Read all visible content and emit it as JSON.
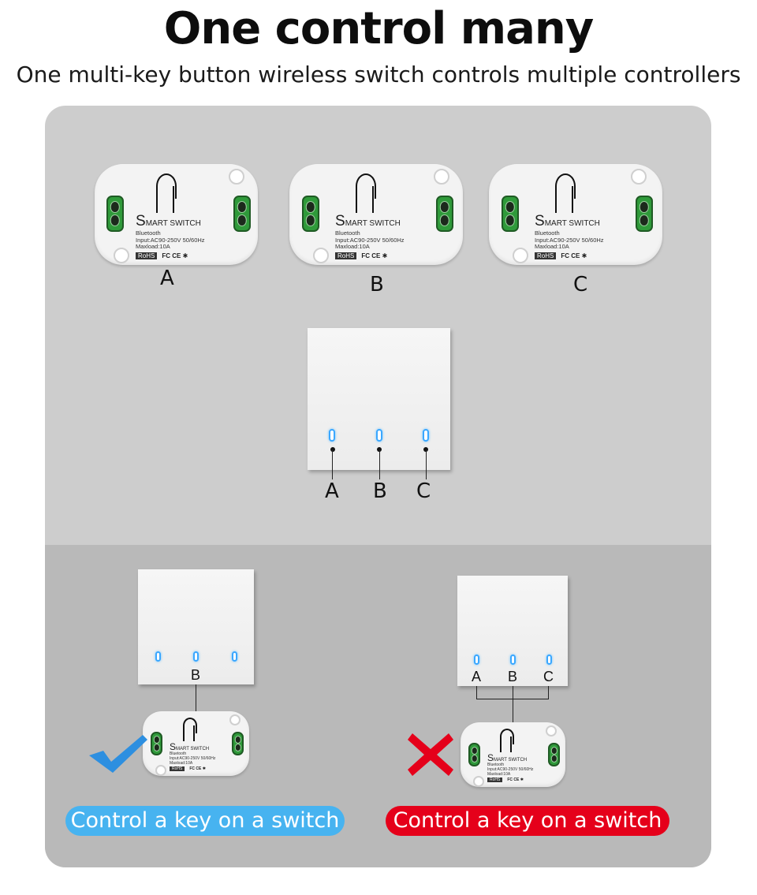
{
  "header": {
    "title": "One control many",
    "subtitle": "One multi-key button wireless switch controls multiple controllers"
  },
  "module": {
    "brand_initial": "S",
    "brand_name": "MART SWITCH",
    "spec_line_1": "Bluetooth",
    "spec_line_2": "Input:AC90-250V 50/60Hz",
    "spec_line_3": "Maxload:10A",
    "rohs_label": "RoHS",
    "marks": "FC  CE  ✱"
  },
  "top_modules": [
    "A",
    "B",
    "C"
  ],
  "wall_switch_labels": [
    "A",
    "B",
    "C"
  ],
  "example_correct": {
    "key_label": "B",
    "caption": "Control a key on a switch",
    "caption_color": "#47b3f0"
  },
  "example_wrong": {
    "key_labels": [
      "A",
      "B",
      "C"
    ],
    "caption": "Control a key on a switch",
    "caption_color": "#e5001a"
  },
  "colors": {
    "panel": "#cdcdcd",
    "panel_lower": "#b9b9b9",
    "led": "#3aa7ff",
    "check": "#2d8fe0",
    "cross": "#e5001a"
  }
}
